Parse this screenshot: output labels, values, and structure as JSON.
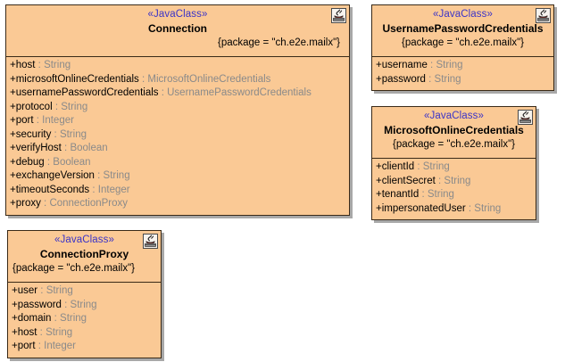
{
  "diagram": {
    "title": "UML Class Diagram",
    "background_color": "#ffffff",
    "class_fill_color": "#fac995",
    "class_border_color": "#3a2a18",
    "stereotype_color": "#3a33c8",
    "type_text_color": "#8a8a8a",
    "shadow_color": "#a8a8a8"
  },
  "classes": [
    {
      "id": "connection",
      "stereotype": "«JavaClass»",
      "name": "Connection",
      "package_tag": "{package = \"ch.e2e.mailx\"}",
      "package_align": "align-right",
      "icon": "java-class-icon",
      "attributes": [
        {
          "visibility": "+",
          "name": "host",
          "sep": " : ",
          "type": "String"
        },
        {
          "visibility": "+",
          "name": "microsoftOnlineCredentials",
          "sep": " : ",
          "type": "MicrosoftOnlineCredentials"
        },
        {
          "visibility": "+",
          "name": "usernamePasswordCredentials",
          "sep": " : ",
          "type": "UsernamePasswordCredentials"
        },
        {
          "visibility": "+",
          "name": "protocol",
          "sep": " : ",
          "type": "String"
        },
        {
          "visibility": "+",
          "name": "port",
          "sep": " : ",
          "type": "Integer"
        },
        {
          "visibility": "+",
          "name": "security",
          "sep": " : ",
          "type": "String"
        },
        {
          "visibility": "+",
          "name": "verifyHost",
          "sep": " : ",
          "type": "Boolean"
        },
        {
          "visibility": "+",
          "name": "debug",
          "sep": " : ",
          "type": "Boolean"
        },
        {
          "visibility": "+",
          "name": "exchangeVersion",
          "sep": " : ",
          "type": "String"
        },
        {
          "visibility": "+",
          "name": "timeoutSeconds",
          "sep": " : ",
          "type": "Integer"
        },
        {
          "visibility": "+",
          "name": "proxy",
          "sep": " : ",
          "type": "ConnectionProxy"
        }
      ]
    },
    {
      "id": "username-password-credentials",
      "stereotype": "«JavaClass»",
      "name": "UsernamePasswordCredentials",
      "package_tag": "{package = \"ch.e2e.mailx\"}",
      "package_align": "align-center",
      "icon": "java-class-icon",
      "attributes": [
        {
          "visibility": "+",
          "name": "username",
          "sep": " : ",
          "type": "String"
        },
        {
          "visibility": "+",
          "name": "password",
          "sep": " : ",
          "type": "String"
        }
      ]
    },
    {
      "id": "microsoft-online-credentials",
      "stereotype": "«JavaClass»",
      "name": "MicrosoftOnlineCredentials",
      "package_tag": "{package = \"ch.e2e.mailx\"}",
      "package_align": "align-center",
      "icon": "java-class-icon",
      "attributes": [
        {
          "visibility": "+",
          "name": "clientId",
          "sep": " : ",
          "type": "String"
        },
        {
          "visibility": "+",
          "name": "clientSecret",
          "sep": " : ",
          "type": "String"
        },
        {
          "visibility": "+",
          "name": "tenantId",
          "sep": " : ",
          "type": "String"
        },
        {
          "visibility": "+",
          "name": "impersonatedUser",
          "sep": " : ",
          "type": "String"
        }
      ]
    },
    {
      "id": "connection-proxy",
      "stereotype": "«JavaClass»",
      "name": "ConnectionProxy",
      "package_tag": "{package = \"ch.e2e.mailx\"}",
      "package_align": "align-left",
      "icon": "java-class-icon",
      "attributes": [
        {
          "visibility": "+",
          "name": "user",
          "sep": " : ",
          "type": "String"
        },
        {
          "visibility": "+",
          "name": "password",
          "sep": " : ",
          "type": "String"
        },
        {
          "visibility": "+",
          "name": "domain",
          "sep": " : ",
          "type": "String"
        },
        {
          "visibility": "+",
          "name": "host",
          "sep": " : ",
          "type": "String"
        },
        {
          "visibility": "+",
          "name": "port",
          "sep": " : ",
          "type": "Integer"
        }
      ]
    }
  ]
}
